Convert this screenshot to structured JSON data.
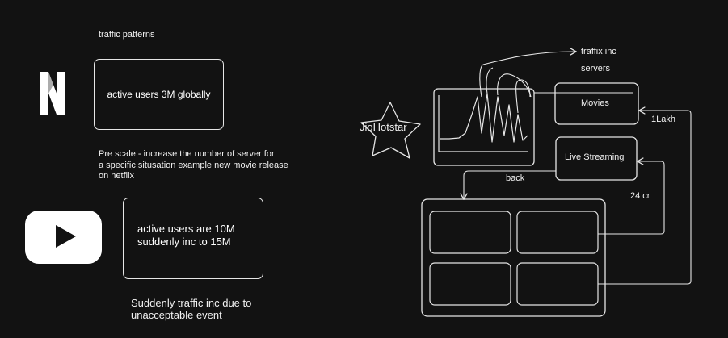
{
  "canvas": {
    "background": "#121212",
    "stroke": "#e6e6e6",
    "text_color": "#f2f2f2"
  },
  "texts": {
    "traffic_patterns": "traffic patterns",
    "netflix_users": "active users 3M globally",
    "pre_scale": "Pre scale - increase the number of server for\na specific situsation example new movie release\non netflix",
    "youtube_users": "active users are 10M\nsuddenly inc to 15M",
    "sudden_traffic": "Suddenly traffic inc due to\nunacceptable event",
    "jiohotstar": "JioHotstar",
    "traffix_inc": "traffix inc",
    "servers": "servers",
    "movies": "Movies",
    "live_streaming": "Live Streaming",
    "one_lakh": "1Lakh",
    "back": "back",
    "twentyfour_cr": "24 cr"
  },
  "icons": {
    "netflix": "netflix-logo-icon",
    "youtube": "youtube-logo-icon",
    "star": "star-icon"
  }
}
